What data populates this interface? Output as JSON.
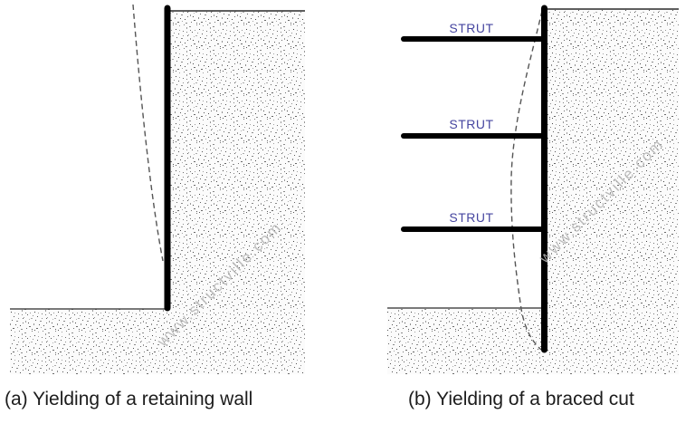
{
  "figure_a": {
    "caption": "(a) Yielding of a retaining wall",
    "watermark": "www.structville.com"
  },
  "figure_b": {
    "caption": "(b) Yielding of a braced cut",
    "watermark": "www.structville.com",
    "struts": [
      {
        "label": "STRUT"
      },
      {
        "label": "STRUT"
      },
      {
        "label": "STRUT"
      }
    ]
  },
  "colors": {
    "strut_label": "#4646a0",
    "watermark": "#b5b5b5",
    "wall": "#000000",
    "soil_outline": "#2a2a2a",
    "deflection_dash": "#555555",
    "caption_text": "#1c1c1c",
    "background": "#ffffff"
  }
}
